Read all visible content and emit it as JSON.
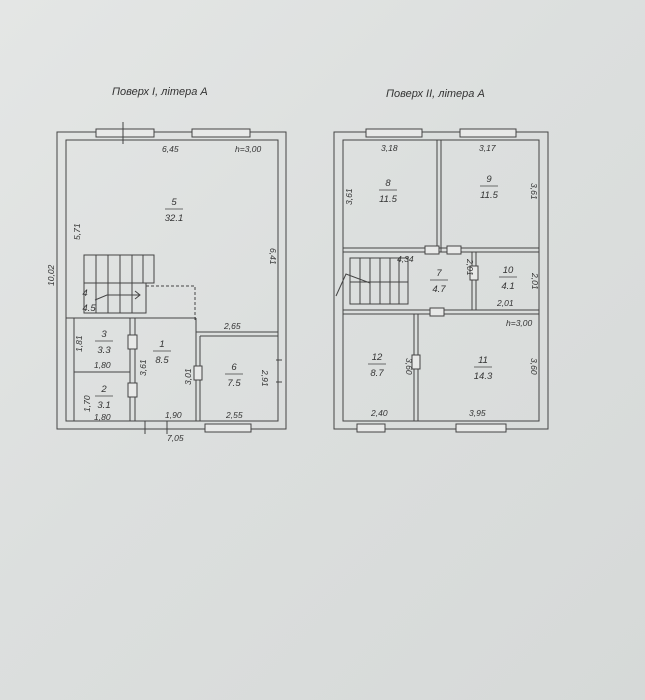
{
  "floors": [
    {
      "title": "Поверх І, літера А",
      "dims": {
        "top_width": "6,45",
        "height_note": "h=3,00",
        "left_outer": "10,02",
        "left_upper": "5,71",
        "right_upper": "6,41",
        "mid_width": "2,65",
        "r3_h": "1,81",
        "r3_w": "1,80",
        "r2_h": "1,70",
        "r2_w": "1,80",
        "r1_h_left": "3,61",
        "r1_h_right": "3,01",
        "r1_w": "1,90",
        "r6_h": "2,91",
        "r6_w": "2,55",
        "bottom_width": "7,05"
      },
      "rooms": [
        {
          "num": "5",
          "area": "32.1"
        },
        {
          "num": "4",
          "area": "4.5"
        },
        {
          "num": "3",
          "area": "3.3"
        },
        {
          "num": "2",
          "area": "3.1"
        },
        {
          "num": "1",
          "area": "8.5"
        },
        {
          "num": "6",
          "area": "7.5"
        }
      ]
    },
    {
      "title": "Поверх ІІ, літера А",
      "dims": {
        "r8_w": "3,18",
        "r9_w": "3,17",
        "r8_h": "3,61",
        "r9_h": "3,61",
        "r7_w": "4,34",
        "r7_h": "2,01",
        "r10_h": "2,01",
        "r10_w": "2,01",
        "height_note": "h=3,00",
        "r12_h": "3,60",
        "r11_h": "3,60",
        "r12_w": "2,40",
        "r11_w": "3,95"
      },
      "rooms": [
        {
          "num": "8",
          "area": "11.5"
        },
        {
          "num": "9",
          "area": "11.5"
        },
        {
          "num": "7",
          "area": "4.7"
        },
        {
          "num": "10",
          "area": "4.1"
        },
        {
          "num": "12",
          "area": "8.7"
        },
        {
          "num": "11",
          "area": "14.3"
        }
      ]
    }
  ]
}
